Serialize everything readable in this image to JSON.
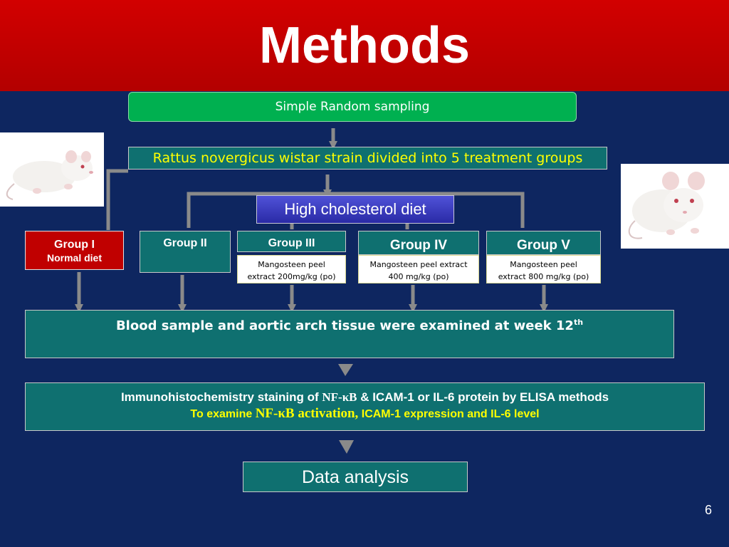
{
  "slide": {
    "title": "Methods",
    "page_number": "6"
  },
  "flow": {
    "sampling": "Simple Random sampling",
    "subjects": "Rattus novergicus wistar strain divided into 5 treatment groups",
    "diet": "High cholesterol diet",
    "groups": [
      {
        "name": "Group I",
        "detail": "Normal diet"
      },
      {
        "name": "Group II",
        "detail": ""
      },
      {
        "name": "Group III",
        "dose_a": "Mangosteen peel",
        "dose_b": "extract 200mg/kg (po)"
      },
      {
        "name": "Group IV",
        "dose_a": "Mangosteen peel extract",
        "dose_b": "400 mg/kg (po)"
      },
      {
        "name": "Group V",
        "dose_a": "Mangosteen peel",
        "dose_b": "extract 800 mg/kg (po)"
      }
    ],
    "examination": {
      "text": "Blood sample and aortic arch tissue were examined at week 12",
      "superscript": "th"
    },
    "ihc": {
      "line1_start": "Immunohistochemistry staining  of ",
      "line1_marker": "NF-κB",
      "line1_end": " & ICAM-1 or IL-6 protein by ELISA methods",
      "line2_start": "To examine ",
      "line2_marker": "NF-κB activation,",
      "line2_end": " ICAM-1 expression and IL-6 level"
    },
    "analysis": "Data analysis"
  },
  "colors": {
    "background": "#0e2660",
    "header": "#c00000",
    "sampling_box": "#00b050",
    "teal_box": "#0f7070",
    "highlight_text": "#ffff00",
    "connector": "#8a8a8a"
  },
  "images": {
    "left": "white-rat-photo",
    "right": "white-rat-photo"
  }
}
